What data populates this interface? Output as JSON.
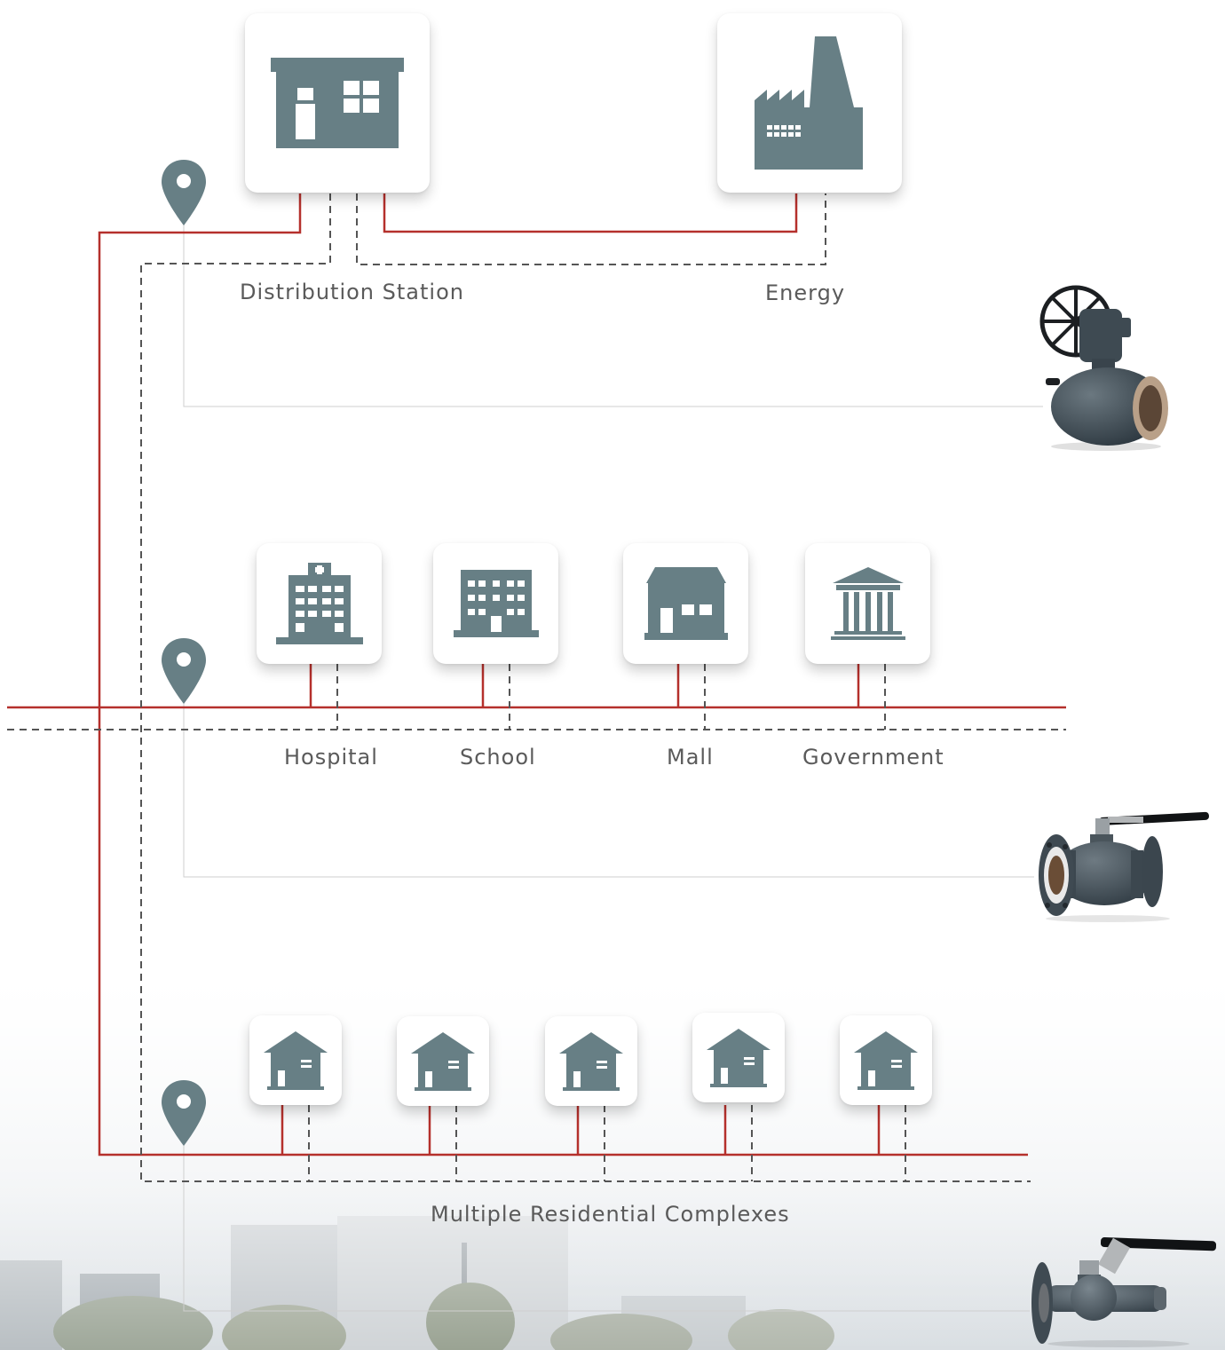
{
  "diagram": {
    "colors": {
      "icon": "#677f85",
      "supply_line": "#b5302c",
      "return_line": "#555555",
      "thin_line": "#cfcfcf",
      "label": "#5a5a5a"
    },
    "top_row": {
      "nodes": [
        {
          "label": "Distribution Station",
          "icon": "distribution-station-icon"
        },
        {
          "label": "Energy",
          "icon": "factory-icon"
        }
      ]
    },
    "middle_row": {
      "nodes": [
        {
          "label": "Hospital",
          "icon": "hospital-icon"
        },
        {
          "label": "School",
          "icon": "school-icon"
        },
        {
          "label": "Mall",
          "icon": "mall-icon"
        },
        {
          "label": "Government",
          "icon": "government-icon"
        }
      ]
    },
    "bottom_row": {
      "caption": "Multiple Residential Complexes",
      "nodes": [
        {
          "icon": "house-icon"
        },
        {
          "icon": "house-icon"
        },
        {
          "icon": "house-icon"
        },
        {
          "icon": "house-icon"
        },
        {
          "icon": "house-icon"
        }
      ]
    },
    "pins": [
      {
        "icon": "location-pin-icon"
      },
      {
        "icon": "location-pin-icon"
      },
      {
        "icon": "location-pin-icon"
      }
    ],
    "valves": [
      {
        "icon": "gear-operated-ball-valve-icon"
      },
      {
        "icon": "flanged-ball-valve-icon"
      },
      {
        "icon": "flanged-weld-ball-valve-icon"
      }
    ]
  }
}
